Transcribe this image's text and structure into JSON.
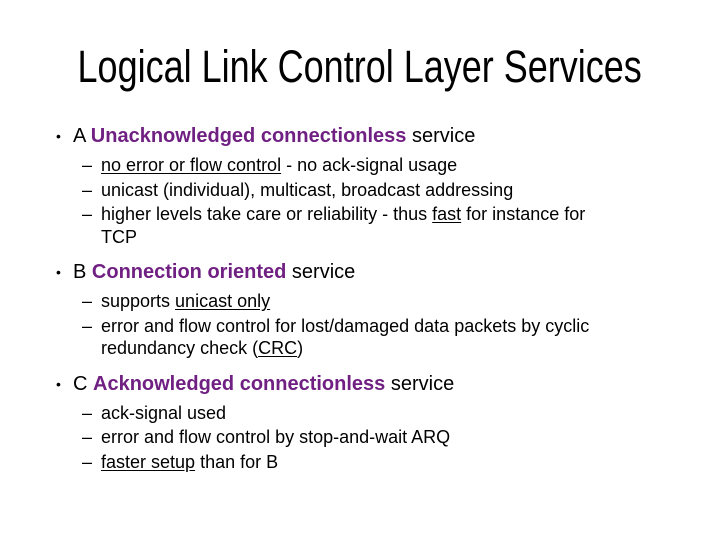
{
  "slide": {
    "title": "Logical Link Control Layer Services",
    "markers": {
      "level1": "•",
      "level2": "–"
    },
    "colors": {
      "highlight": "#702082",
      "text": "#000000",
      "background": "#ffffff"
    },
    "sections": [
      {
        "heading": {
          "prefix": "A ",
          "highlight": "Unacknowledged connectionless",
          "suffix": " service"
        },
        "items": [
          {
            "pre": "",
            "underlined": "no error or flow control",
            "post": " - no ack-signal usage"
          },
          {
            "pre": "unicast (individual), multicast, broadcast addressing",
            "underlined": "",
            "post": ""
          },
          {
            "pre": "higher levels take care or reliability - thus ",
            "underlined": "fast",
            "post": " for instance for TCP"
          }
        ]
      },
      {
        "heading": {
          "prefix": "B ",
          "highlight": "Connection oriented",
          "suffix": " service"
        },
        "items": [
          {
            "pre": "supports ",
            "underlined": "unicast only",
            "post": ""
          },
          {
            "pre": "error and flow control for lost/damaged data packets by cyclic redundancy check (",
            "underlined": "CRC",
            "post": ")"
          }
        ]
      },
      {
        "heading": {
          "prefix": "C ",
          "highlight": "Acknowledged connectionless",
          "suffix": " service"
        },
        "items": [
          {
            "pre": "ack-signal used",
            "underlined": "",
            "post": ""
          },
          {
            "pre": "error and flow control by stop-and-wait ARQ",
            "underlined": "",
            "post": ""
          },
          {
            "pre": "",
            "underlined": "faster setup",
            "post": " than for B"
          }
        ]
      }
    ]
  }
}
